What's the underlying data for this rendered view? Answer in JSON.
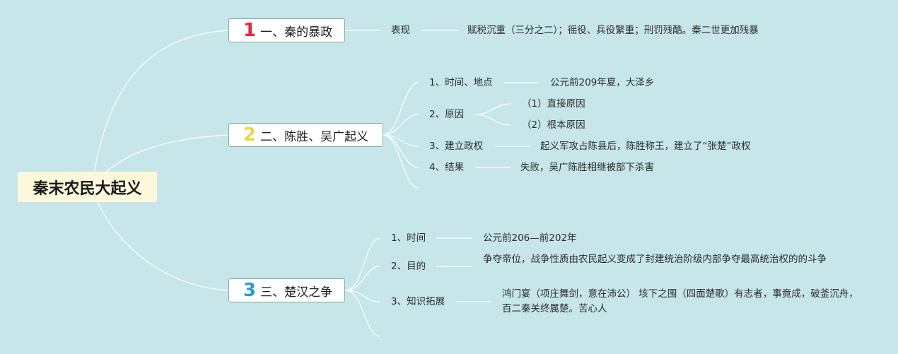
{
  "root": {
    "label": "秦末农民大起义"
  },
  "branches": [
    {
      "number": "1",
      "number_color": "#e8273a",
      "label": "一、秦的暴政",
      "children": [
        {
          "label": "表现",
          "detail": "赋税沉重（三分之二）；徭役、兵役繁重；刑罚残酷。秦二世更加残暴"
        }
      ]
    },
    {
      "number": "2",
      "number_color": "#f2d44a",
      "label": "二、陈胜、吴广起义",
      "children": [
        {
          "label": "1、时间、地点",
          "detail": "公元前209年夏，大泽乡"
        },
        {
          "label": "2、原因",
          "sub": [
            "（1）直接原因",
            "（2）根本原因"
          ]
        },
        {
          "label": "3、建立政权",
          "detail": "起义军攻占陈县后，陈胜称王，建立了“张楚”政权"
        },
        {
          "label": "4、结果",
          "detail": "失败，吴广陈胜相继被部下杀害"
        }
      ]
    },
    {
      "number": "3",
      "number_color": "#2a9ad6",
      "label": "三、楚汉之争",
      "children": [
        {
          "label": "1、时间",
          "detail": "公元前206—前202年"
        },
        {
          "label": "2、目的",
          "detail": "争夺帝位，战争性质由农民起义变成了封建统治阶级内部争夺最高统治权的的斗争"
        },
        {
          "label": "3、知识拓展",
          "detail": "鸿门宴（项庄舞剑，意在沛公） 垓下之围（四面楚歌）有志者，事竟成，破釜沉舟，百二秦关终属楚。苦心人"
        }
      ]
    }
  ],
  "colors": {
    "background": "#c6e6e9",
    "root_fill": "#fdf7dc",
    "line": "#ffffff",
    "node_border": "#7fa9a8"
  }
}
